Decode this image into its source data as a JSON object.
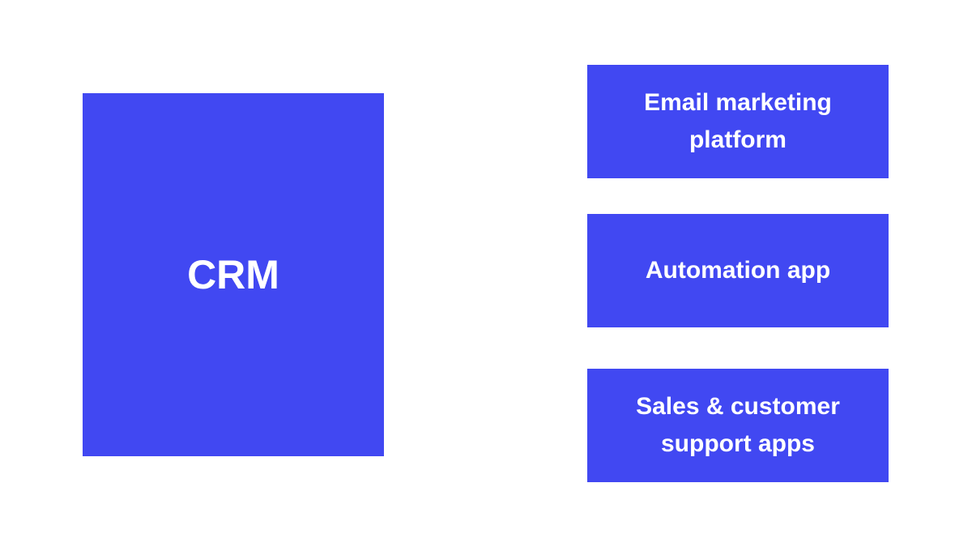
{
  "colors": {
    "background": "#ffffff",
    "block": "#4148f2",
    "text": "#ffffff"
  },
  "main_block": {
    "label": "CRM"
  },
  "side_blocks": [
    {
      "label_lines": [
        "Email marketing",
        "platform"
      ]
    },
    {
      "label_lines": [
        "Automation app"
      ]
    },
    {
      "label_lines": [
        "Sales & customer",
        "support apps"
      ]
    }
  ]
}
